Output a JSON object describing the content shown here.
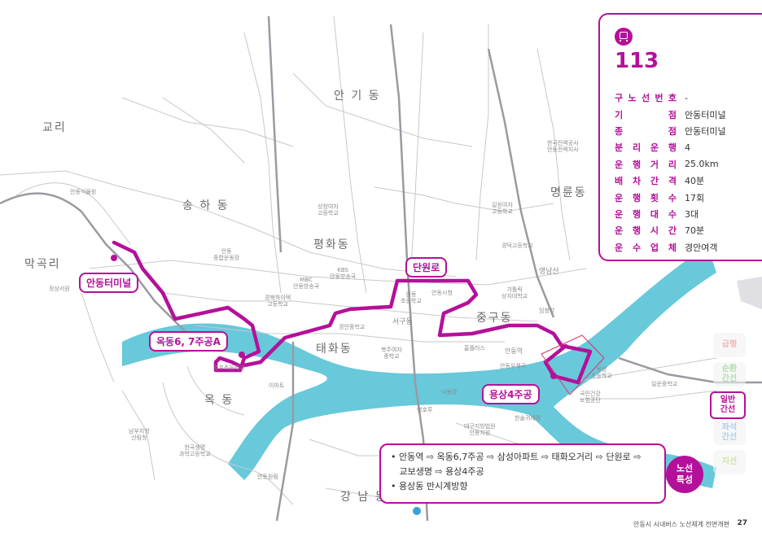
{
  "areas": [
    {
      "name": "안 기 동",
      "id": "angi"
    },
    {
      "name": "교리",
      "id": "gyori"
    },
    {
      "name": "송 하 동",
      "id": "songha"
    },
    {
      "name": "평화동",
      "id": "pyeonghwa"
    },
    {
      "name": "막곡리",
      "id": "makgok"
    },
    {
      "name": "명륜동",
      "id": "myeongryun"
    },
    {
      "name": "중구동",
      "id": "junggu"
    },
    {
      "name": "태화동",
      "id": "taehwa"
    },
    {
      "name": "옥 동",
      "id": "okdong"
    },
    {
      "name": "강 남 동",
      "id": "gangnam"
    }
  ],
  "pois": [
    "안동식물원",
    "정상서원",
    "안동\n종합운동장",
    "MBC\n안동방송국",
    "KBS\n안동방송국",
    "경북하이텍\n고등학교",
    "성창여자\n고등학교",
    "길원여자\n고등학교",
    "경덕고등학교",
    "가톨릭\n상지대학교",
    "영남산",
    "임청각",
    "한국전력공사\n안동전력지사",
    "안동시청",
    "원동\n초등학교",
    "서구동",
    "용상\n초등학교",
    "일운중학교",
    "국민건강\n보험공단",
    "낙동강",
    "영호루",
    "대구지방법원\n안동지원",
    "한솔귀래정",
    "안동원림",
    "남부지방\n산림청",
    "한국생명\n과학고등학교",
    "이마트",
    "복주여자\n중학교",
    "경안중학교",
    "영호초등학교",
    "안동우체국",
    "안동역",
    "홈플러스"
  ],
  "stops": {
    "terminal": "안동터미널",
    "okdong": "옥동6, 7주공A",
    "danwonro": "단원로",
    "yongsang": "용상4주공"
  },
  "route": {
    "number": "113",
    "info": [
      {
        "key": "구노선번호",
        "value": "-"
      },
      {
        "key": "기점",
        "value": "안동터미널"
      },
      {
        "key": "종점",
        "value": "안동터미널"
      },
      {
        "key": "분리운행",
        "value": "4"
      },
      {
        "key": "운행거리",
        "value": "25.0km"
      },
      {
        "key": "배차간격",
        "value": "40분"
      },
      {
        "key": "운행횟수",
        "value": "17회"
      },
      {
        "key": "운행대수",
        "value": "3대"
      },
      {
        "key": "운행시간",
        "value": "70분"
      },
      {
        "key": "운수업체",
        "value": "경안여객"
      }
    ],
    "description_line1": "• 안동역 ⇨ 옥동6,7주공 ⇨ 삼성아파트 ⇨ 태화오거리 ⇨ 단원로 ⇨",
    "description_line2": "   교보생명 ⇨ 용상4주공",
    "description_line3": "• 용상동 반시계방향",
    "badge_line1": "노선",
    "badge_line2": "특성"
  },
  "legend": [
    {
      "label": "급행",
      "active": false,
      "color": "#f08a8a"
    },
    {
      "label": "순환\n간선",
      "active": false,
      "color": "#7cc47c"
    },
    {
      "label": "일반\n간선",
      "active": true,
      "color": "#b5109a"
    },
    {
      "label": "좌석\n간선",
      "active": false,
      "color": "#7ab0e0"
    },
    {
      "label": "지선",
      "active": false,
      "color": "#b8d36a"
    }
  ],
  "footer": {
    "text": "안동시 시내버스 노선체계 전면개편",
    "page": "27"
  },
  "colors": {
    "route": "#b5109a",
    "river": "#5fc6d8",
    "road": "#c8c8cc",
    "highway": "#9a9aa2"
  }
}
